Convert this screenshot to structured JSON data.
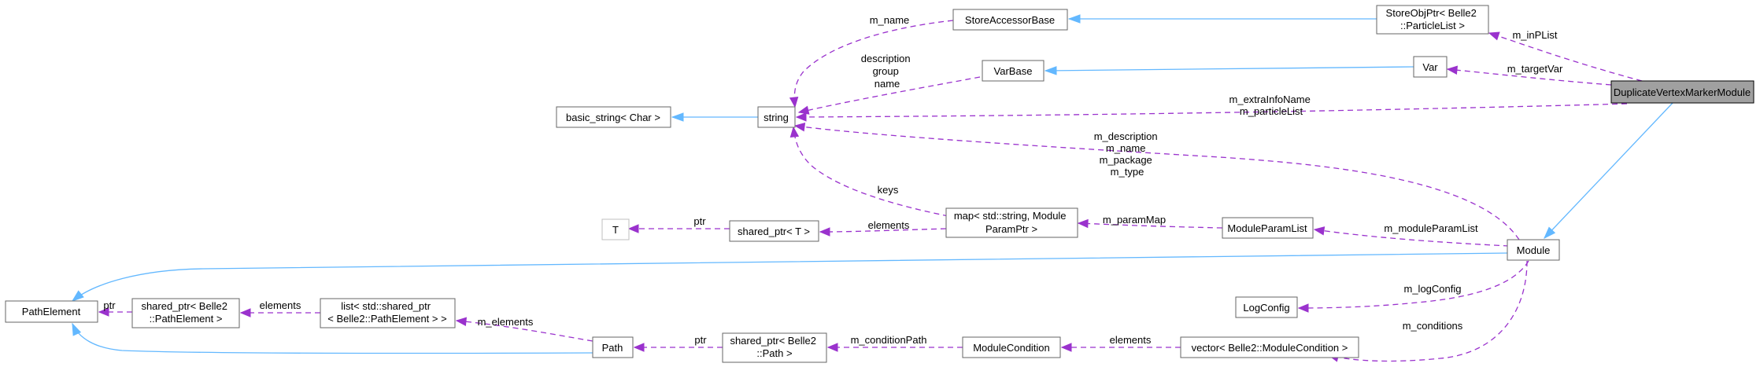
{
  "nodes": {
    "duplicate_vertex_marker_module": [
      "DuplicateVertexMarkerModule"
    ],
    "store_accessor_base": [
      "StoreAccessorBase"
    ],
    "store_obj_ptr": [
      "StoreObjPtr< Belle2",
      "::ParticleList >"
    ],
    "var": [
      "Var"
    ],
    "var_base": [
      "VarBase"
    ],
    "basic_string": [
      "basic_string< Char >"
    ],
    "string": [
      "string"
    ],
    "T": [
      "T"
    ],
    "shared_ptr_T": [
      "shared_ptr< T >"
    ],
    "map": [
      "map< std::string, Module",
      "ParamPtr >"
    ],
    "module_param_list": [
      "ModuleParamList"
    ],
    "module": [
      "Module"
    ],
    "log_config": [
      "LogConfig"
    ],
    "path_element": [
      "PathElement"
    ],
    "shared_ptr_path_element": [
      "shared_ptr< Belle2",
      "::PathElement >"
    ],
    "list_path_element": [
      "list< std::shared_ptr",
      "< Belle2::PathElement > >"
    ],
    "path": [
      "Path"
    ],
    "shared_ptr_path": [
      "shared_ptr< Belle2",
      "::Path >"
    ],
    "module_condition": [
      "ModuleCondition"
    ],
    "vector_module_condition": [
      "vector< Belle2::ModuleCondition >"
    ]
  },
  "edge_labels": {
    "m_name": [
      "m_name"
    ],
    "m_inPList": [
      "m_inPList"
    ],
    "description_group_name": [
      "description",
      "group",
      "name"
    ],
    "m_targetVar": [
      "m_targetVar"
    ],
    "m_extraInfoName_particleList": [
      "m_extraInfoName",
      "m_particleList"
    ],
    "module_strings": [
      "m_description",
      "m_name",
      "m_package",
      "m_type"
    ],
    "keys": [
      "keys"
    ],
    "ptr_T": [
      "ptr"
    ],
    "elements_map": [
      "elements"
    ],
    "m_paramMap": [
      "m_paramMap"
    ],
    "m_moduleParamList": [
      "m_moduleParamList"
    ],
    "m_logConfig": [
      "m_logConfig"
    ],
    "ptr_path_element": [
      "ptr"
    ],
    "elements_list": [
      "elements"
    ],
    "m_elements": [
      "m_elements"
    ],
    "ptr_path": [
      "ptr"
    ],
    "m_conditionPath": [
      "m_conditionPath"
    ],
    "elements_condition": [
      "elements"
    ],
    "m_conditions": [
      "m_conditions"
    ]
  },
  "colors": {
    "inheritance": "#63b8ff",
    "usage": "#9a32cd",
    "highlight_fill": "#a0a0a0",
    "box_stroke": "#666666"
  }
}
